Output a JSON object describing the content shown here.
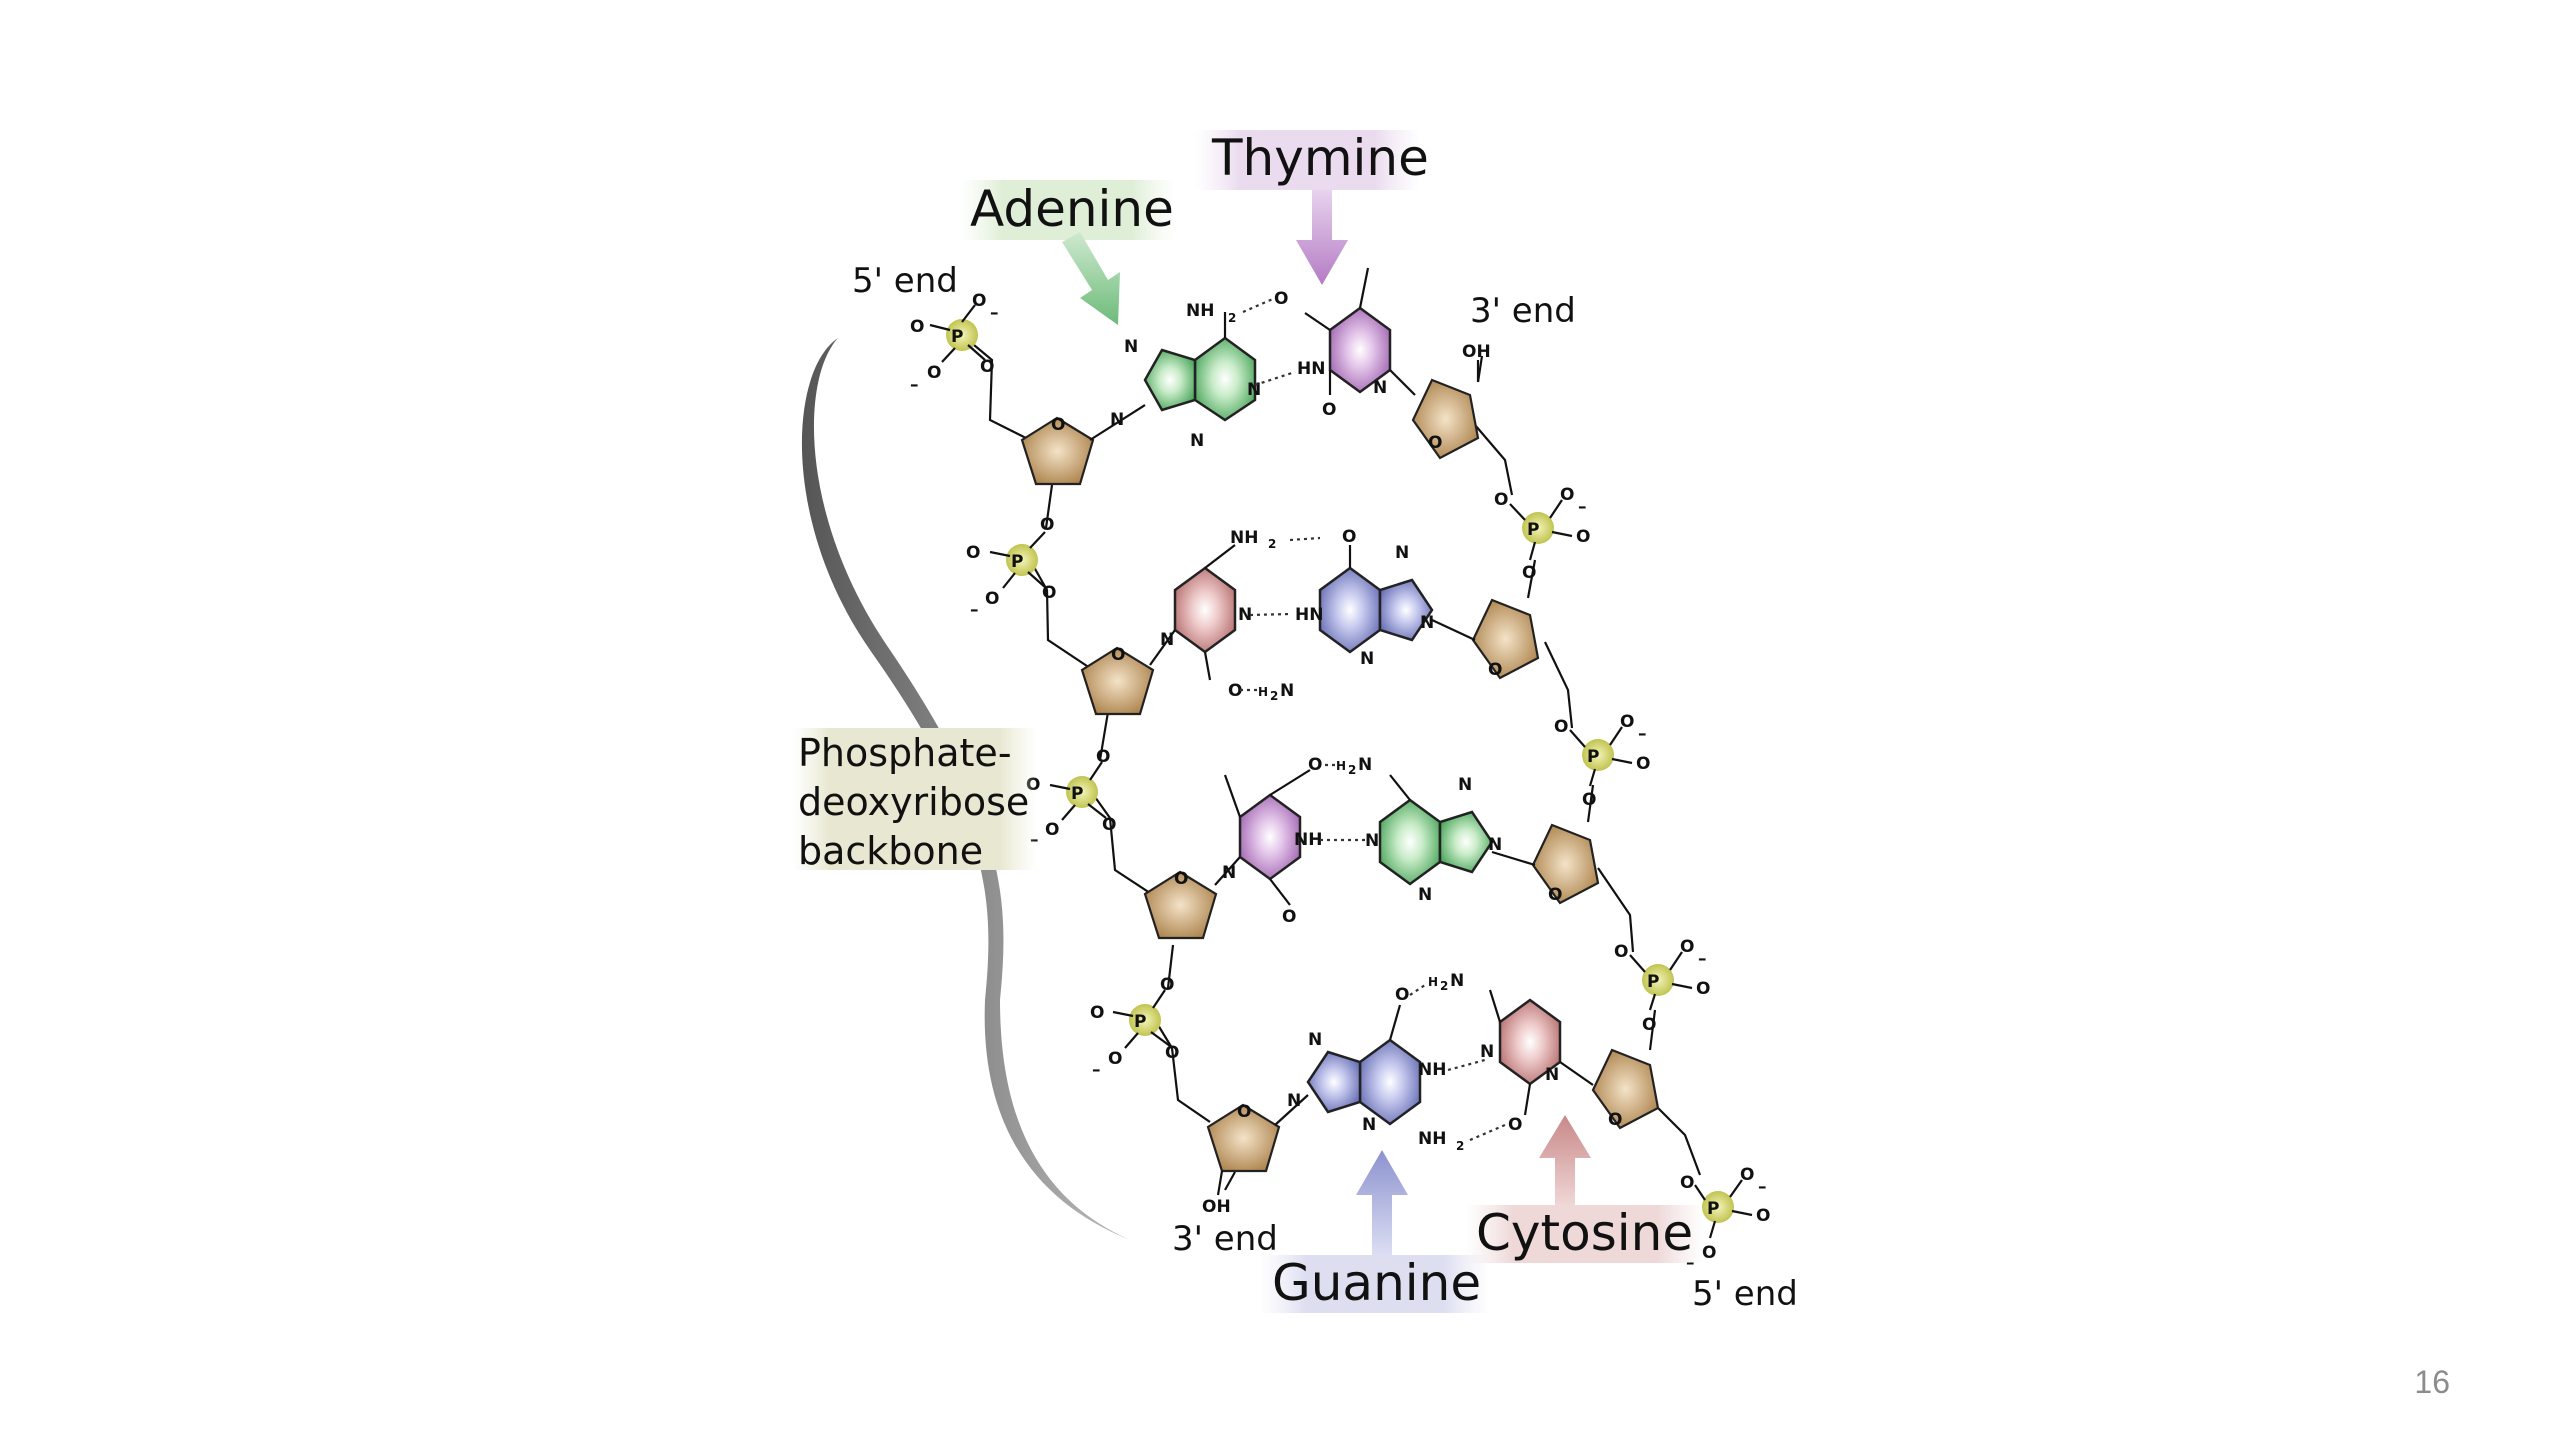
{
  "labels": {
    "adenine": "Adenine",
    "thymine": "Thymine",
    "guanine": "Guanine",
    "cytosine": "Cytosine",
    "backbone_line1": "Phosphate-",
    "backbone_line2": "deoxyribose",
    "backbone_line3": "backbone"
  },
  "ends": {
    "left_top": "5' end",
    "right_top": "3' end",
    "left_bottom": "3' end",
    "right_bottom": "5' end"
  },
  "atoms": {
    "P": "P",
    "O": "O",
    "N": "N",
    "HN": "HN",
    "NH": "NH",
    "OH": "OH",
    "NH2": "NH",
    "H2N": "H",
    "sub2": "2",
    "minus": "–",
    "N_after": "N"
  },
  "page_number": "16",
  "colors": {
    "adenine": "#5fb36a",
    "thymine": "#b679c4",
    "guanine": "#7d84c4",
    "cytosine": "#c98585",
    "sugar": "#b8915a",
    "phosphate": "#c9cc52"
  }
}
